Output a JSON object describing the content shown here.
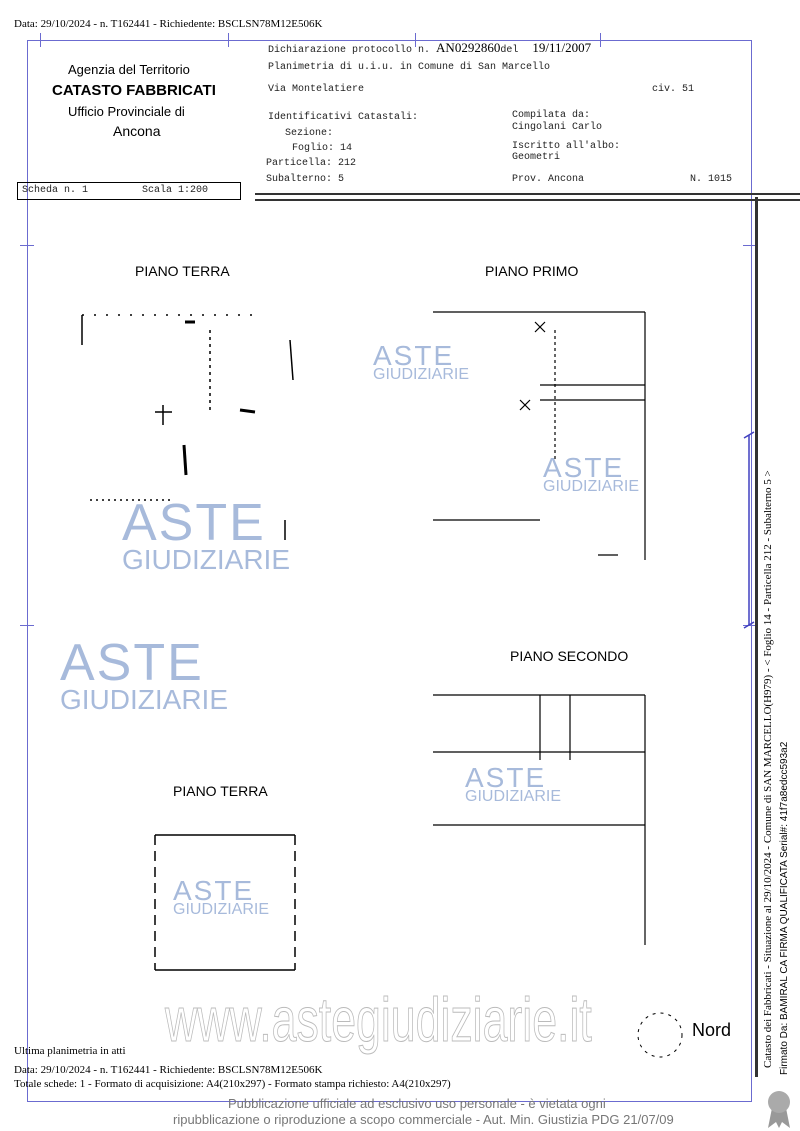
{
  "top_line": "Data: 29/10/2024 - n. T162441 - Richiedente: BSCLSN78M12E506K",
  "office": {
    "l1": "Agenzia del Territorio",
    "l2": "CATASTO FABBRICATI",
    "l3": "Ufficio Provinciale di",
    "l4": "Ancona"
  },
  "header": {
    "protocol": "Dichiarazione protocollo n.",
    "protocol_no": "AN0292860",
    "del": "del",
    "date": "19/11/2007",
    "planimetria": "Planimetria di u.i.u. in Comune di San Marcello",
    "via": "Via Montelatiere",
    "civ": "civ. 51",
    "ident": "Identificativi Catastali:",
    "sezione": "Sezione:",
    "foglio": "Foglio: 14",
    "particella": "Particella: 212",
    "subalterno": "Subalterno: 5",
    "compilata": "Compilata da:",
    "compilatore": "Cingolani Carlo",
    "iscritto": "Iscritto all'albo:",
    "albo": "Geometri",
    "prov": "Prov. Ancona",
    "n": "N. 1015",
    "scheda": "Scheda n. 1",
    "scala": "Scala 1:200"
  },
  "plans": [
    "PIANO TERRA",
    "PIANO PRIMO",
    "PIANO SECONDO",
    "PIANO TERRA"
  ],
  "nord": "Nord",
  "watermark": {
    "aste": "ASTE",
    "giudiziarie": "GIUDIZIARIE",
    "site": "www.astegiudiziarie.it",
    "notice1": "Pubblicazione ufficiale ad esclusivo uso personale - è vietata ogni",
    "notice2": "ripubblicazione o riproduzione a scopo commerciale - Aut. Min. Giustizia PDG 21/07/09"
  },
  "footer": {
    "ultima": "Ultima planimetria in atti",
    "data": "Data: 29/10/2024 - n. T162441 - Richiedente: BSCLSN78M12E506K",
    "totale": "Totale schede: 1 - Formato di acquisizione: A4(210x297) - Formato stampa richiesto: A4(210x297)"
  },
  "side": {
    "l1": "Catasto dei Fabbricati - Situazione al 29/10/2024 - Comune di SAN MARCELLO(H979) - < Foglio 14 - Particella 212 - Subalterno 5 >",
    "l2": "Firmato Da: BAMIRAL CA FIRMA QUALIFICATA Serial#: 41f7a8edcc593a2"
  }
}
